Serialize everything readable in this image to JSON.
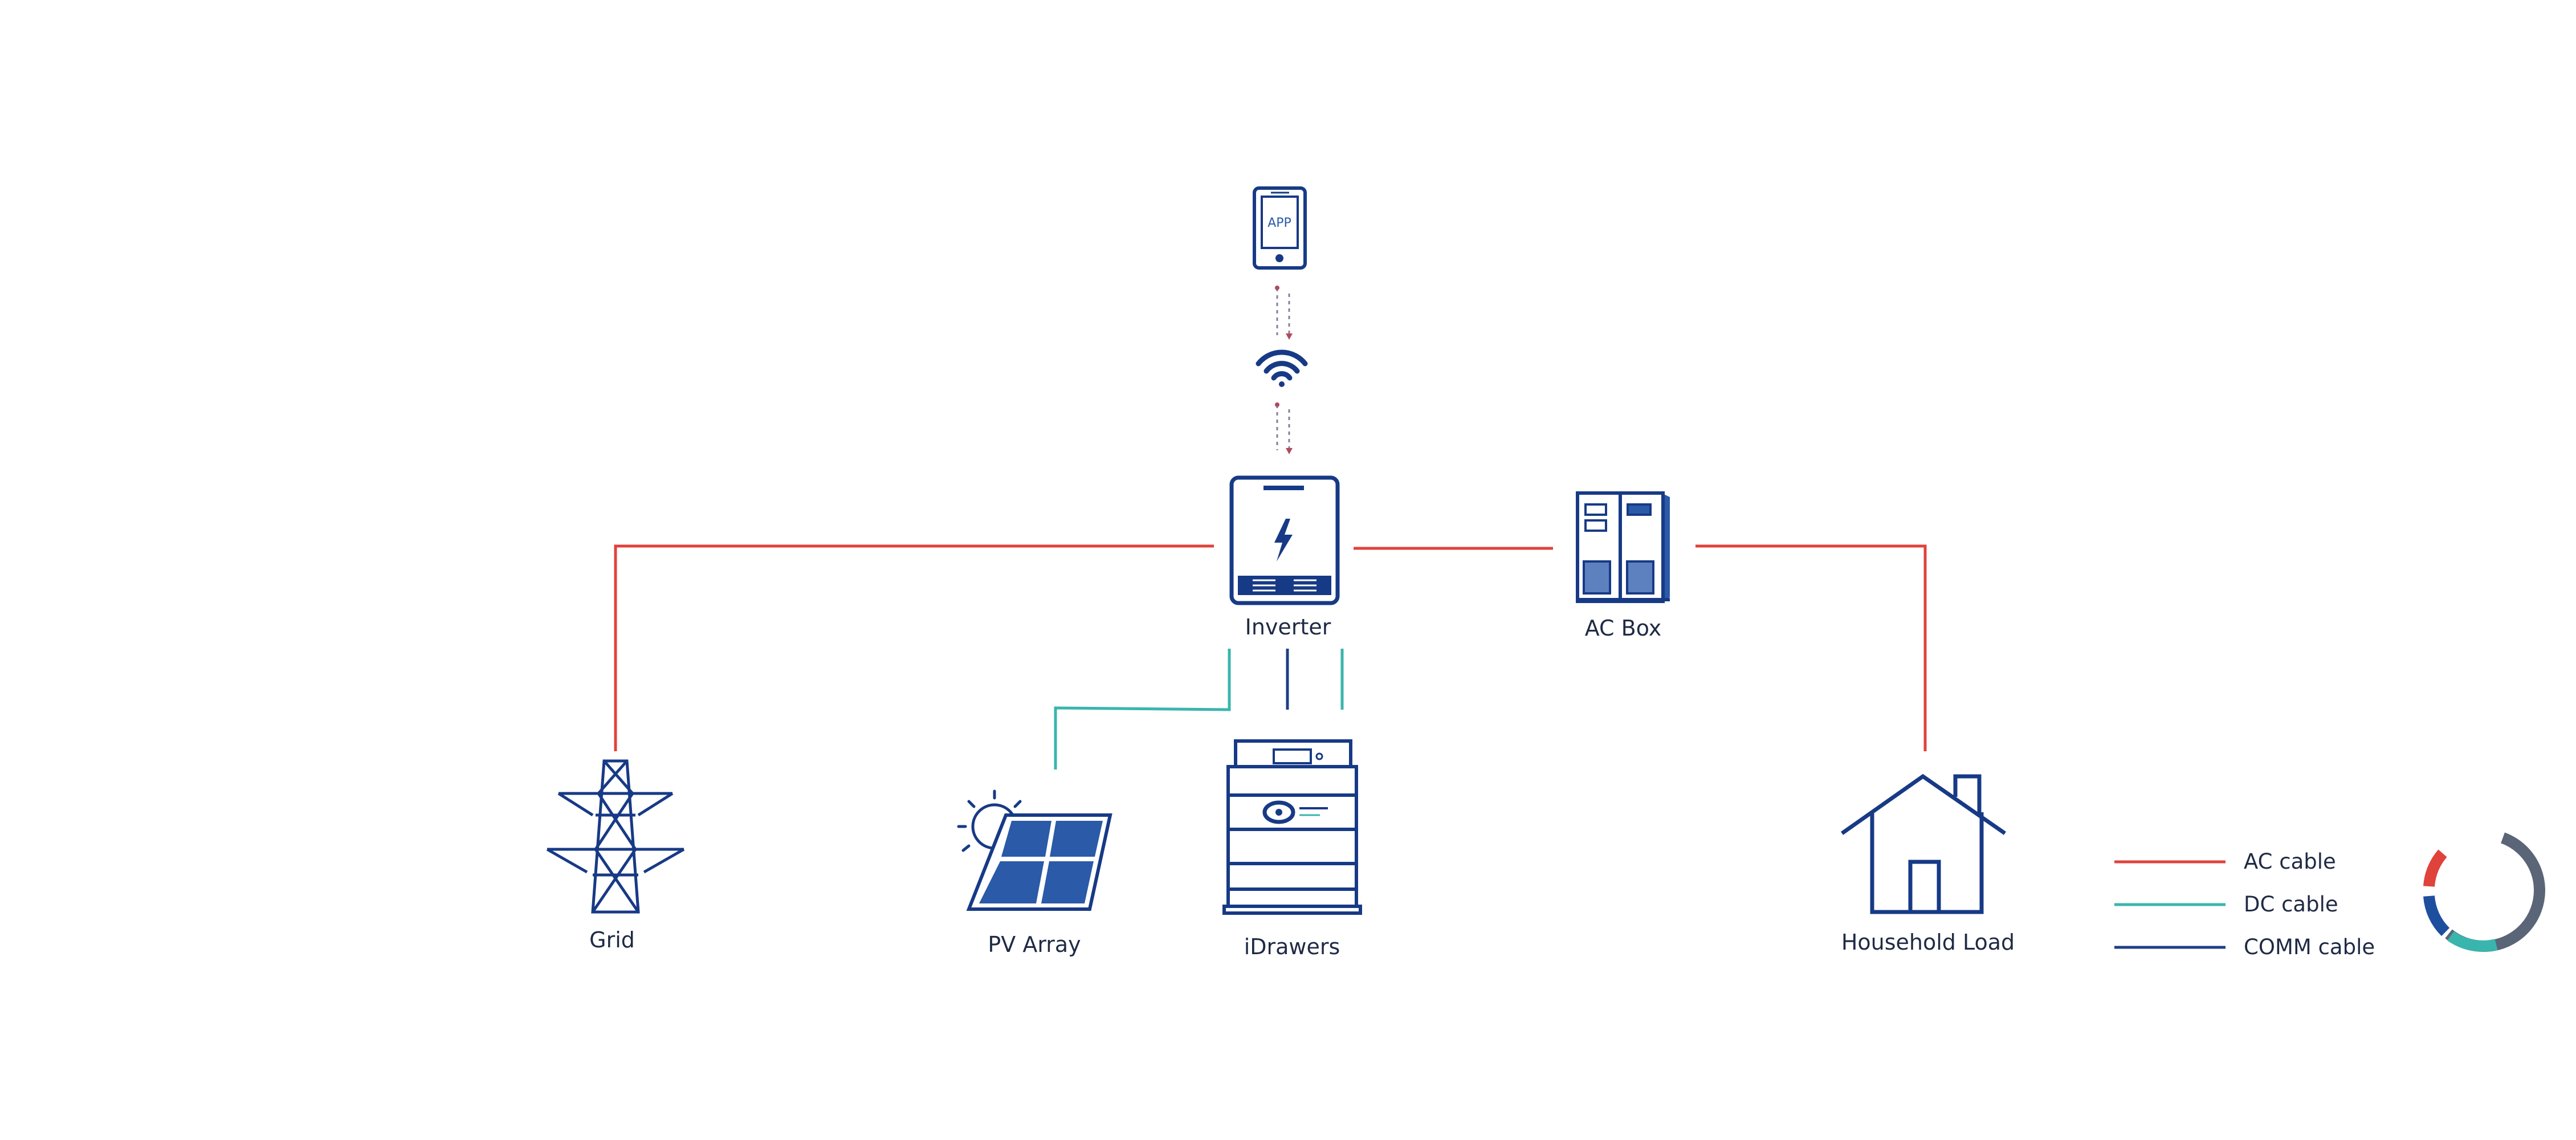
{
  "colors": {
    "ac": "#e0423c",
    "dc": "#3ab5ad",
    "comm": "#1e3f86",
    "navy": "#173a86",
    "fill": "#2a5aa8",
    "ring": "#5a6577"
  },
  "icons": {
    "app": "phone-icon",
    "wifi": "wifi-icon",
    "inverter": "inverter-icon",
    "acbox": "ac-box-icon",
    "grid": "transmission-tower-icon",
    "pv": "solar-panel-icon",
    "battery": "battery-cabinet-icon",
    "house": "house-icon",
    "logo": "brand-ring-icon"
  },
  "app": {
    "label": "APP"
  },
  "nodes": {
    "inverter": "Inverter",
    "acbox": "AC Box",
    "grid": "Grid",
    "pv": "PV Array",
    "battery": "iDrawers",
    "load": "Household Load"
  },
  "legend": [
    {
      "label": "AC cable",
      "color": "#e0423c"
    },
    {
      "label": "DC cable",
      "color": "#3ab5ad"
    },
    {
      "label": "COMM cable",
      "color": "#1e3f86"
    }
  ]
}
